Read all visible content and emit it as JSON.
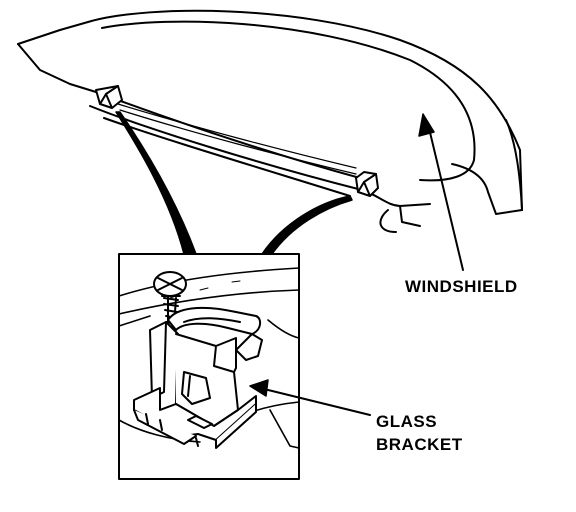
{
  "labels": {
    "windshield": "WINDSHIELD",
    "glass_bracket": [
      "GLASS",
      "BRACKET"
    ]
  },
  "colors": {
    "ink": "#000000",
    "paper": "#ffffff"
  }
}
